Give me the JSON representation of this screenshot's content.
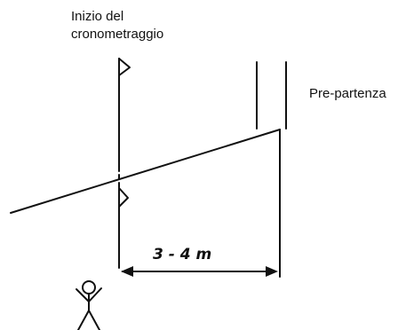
{
  "labels": {
    "timing_start_line1": "Inizio del",
    "timing_start_line2": "cronometraggio",
    "pre_start": "Pre-partenza",
    "distance": "3 - 4 m"
  },
  "colors": {
    "ink": "#111111",
    "background": "#ffffff"
  }
}
